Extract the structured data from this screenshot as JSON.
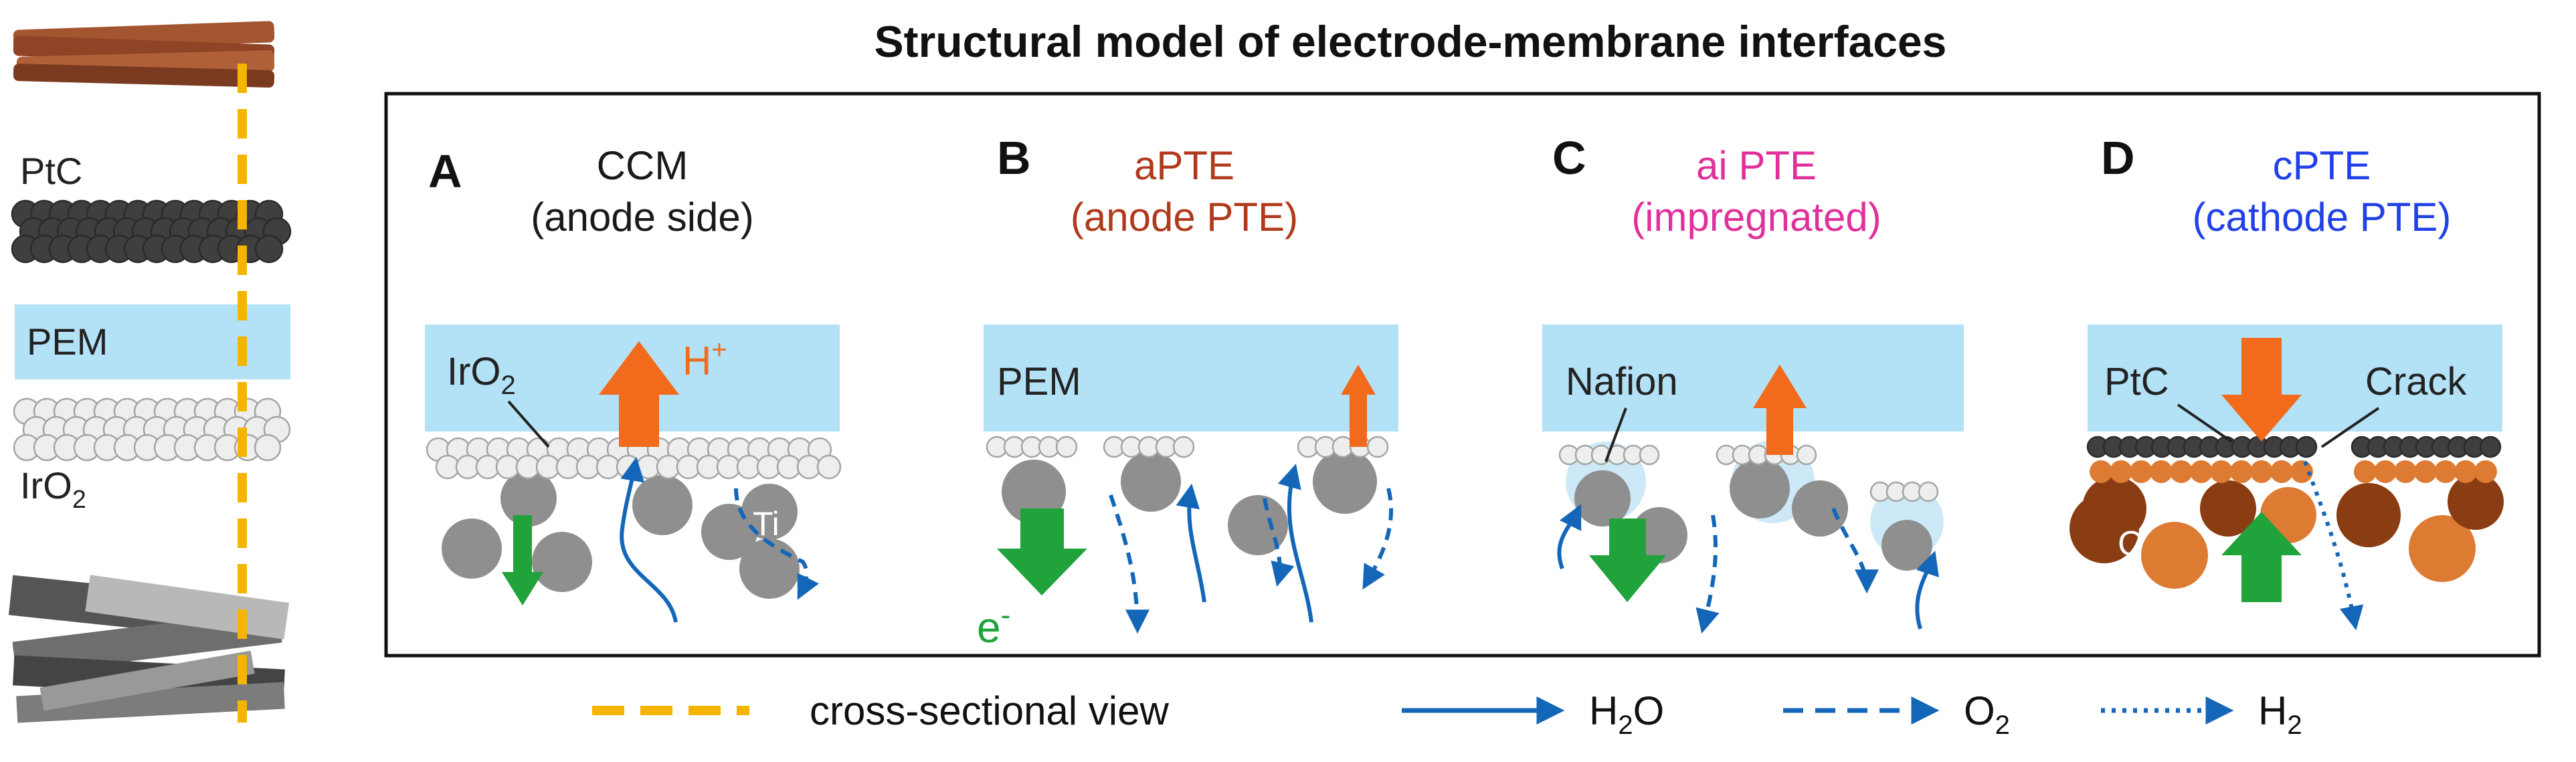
{
  "title": "Structural model of electrode-membrane interfaces",
  "left_stack": {
    "ptc": "PtC",
    "pem": "PEM",
    "iro2": "IrO",
    "iro2_sub": "2"
  },
  "panels": [
    {
      "letter": "A",
      "line1": "CCM",
      "line2": "(anode side)",
      "color": "#1a1a1a"
    },
    {
      "letter": "B",
      "line1": "aPTE",
      "line2": "(anode PTE)",
      "color": "#b03a1b"
    },
    {
      "letter": "C",
      "line1": "ai PTE",
      "line2": "(impregnated)",
      "color": "#e0309b"
    },
    {
      "letter": "D",
      "line1": "cPTE",
      "line2": "(cathode PTE)",
      "color": "#2040e8"
    }
  ],
  "labels": {
    "a_iro2": "IrO",
    "a_iro2_sub": "2",
    "a_hplus": "H",
    "a_hplus_sup": "+",
    "a_ti": "Ti",
    "b_pem": "PEM",
    "b_e": "e",
    "b_e_sup": "-",
    "c_nafion": "Nafion",
    "d_ptc": "PtC",
    "d_crack": "Crack",
    "d_c": "C"
  },
  "legend": {
    "cross": "cross-sectional view",
    "h2o": "H",
    "h2o_sub": "2",
    "h2o_end": "O",
    "o2": "O",
    "o2_sub": "2",
    "h2": "H",
    "h2_sub": "2"
  },
  "colors": {
    "pem": "#b3e1f5",
    "iro2": "#eeeeee",
    "ti": "#8f8f8f",
    "ptc": "#3f3f3f",
    "carbon_light": "#dd7b33",
    "carbon_dark": "#8a3c12",
    "arrow_orange": "#f26a1b",
    "arrow_green": "#1fa33a",
    "flow_blue": "#1466b8",
    "guide": "#f5b400"
  }
}
